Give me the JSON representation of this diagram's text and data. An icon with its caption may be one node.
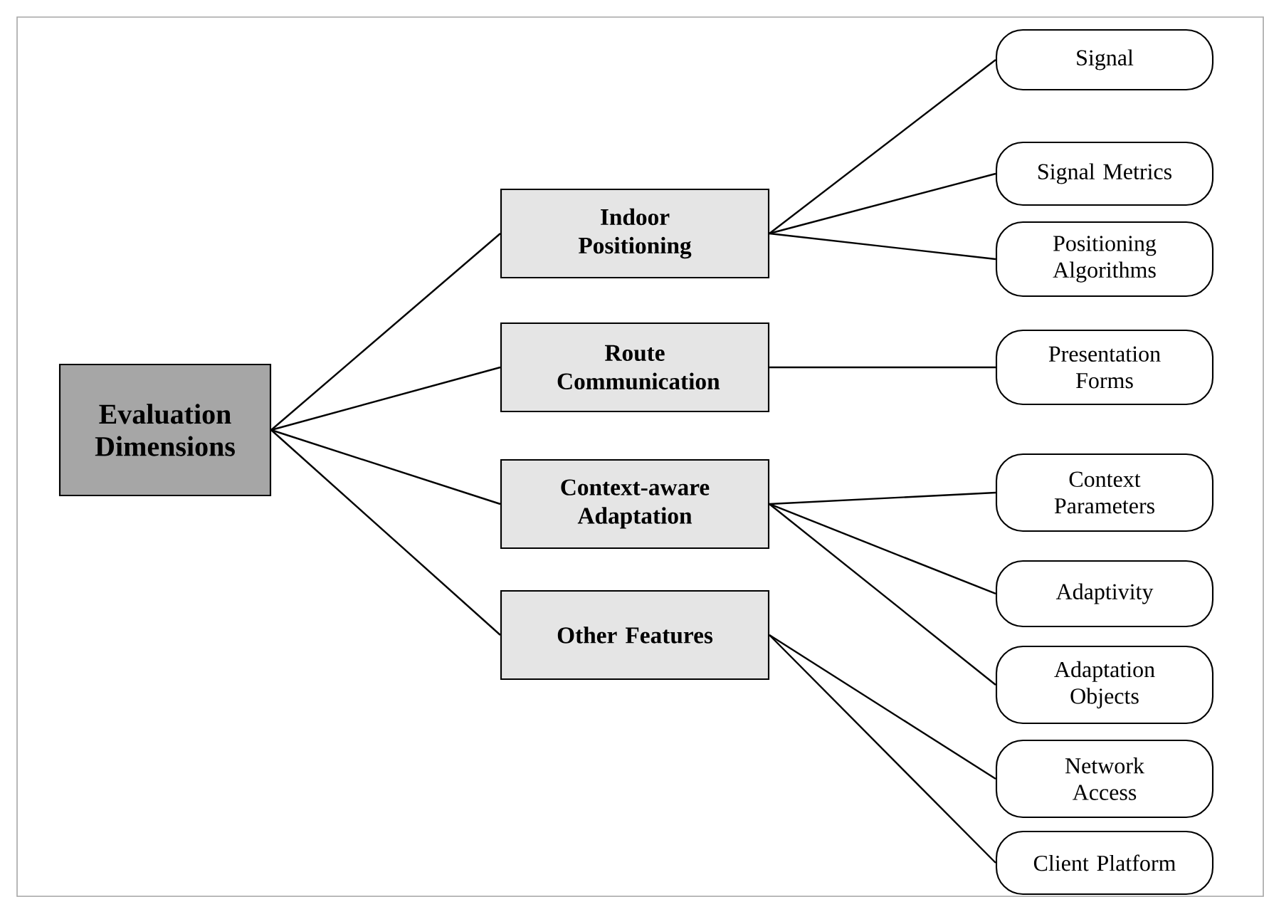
{
  "diagram": {
    "nodes": [
      {
        "text": [
          "Evaluation Dimensions"
        ]
      },
      {
        "text": [
          "Indoor Positioning"
        ]
      },
      {
        "text": [
          "Route Communication"
        ]
      },
      {
        "text": [
          "Context-aware Adaptation"
        ]
      },
      {
        "text": [
          "Other Features"
        ]
      },
      {
        "text": [
          "Signal"
        ]
      },
      {
        "text": [
          "Signal Metrics"
        ]
      },
      {
        "text": [
          "Positioning Algorithms"
        ]
      },
      {
        "text": [
          "Presentation Forms"
        ]
      },
      {
        "text": [
          "Context Parameters"
        ]
      },
      {
        "text": [
          "Adaptivity"
        ]
      },
      {
        "text": [
          "Adaptation Objects"
        ]
      },
      {
        "text": [
          "Network Access"
        ]
      },
      {
        "text": [
          "Client Platform"
        ]
      }
    ],
    "edges": [
      {
        "from": 0,
        "to": 1,
        "arrow": "none"
      },
      {
        "from": 0,
        "to": 2,
        "arrow": "none"
      },
      {
        "from": 0,
        "to": 3,
        "arrow": "none"
      },
      {
        "from": 0,
        "to": 4,
        "arrow": "none"
      },
      {
        "from": 1,
        "to": 5,
        "arrow": "none"
      },
      {
        "from": 1,
        "to": 6,
        "arrow": "none"
      },
      {
        "from": 1,
        "to": 7,
        "arrow": "none"
      },
      {
        "from": 2,
        "to": 8,
        "arrow": "none"
      },
      {
        "from": 3,
        "to": 9,
        "arrow": "none"
      },
      {
        "from": 3,
        "to": 10,
        "arrow": "none"
      },
      {
        "from": 3,
        "to": 11,
        "arrow": "none"
      },
      {
        "from": 4,
        "to": 12,
        "arrow": "none"
      },
      {
        "from": 4,
        "to": 13,
        "arrow": "none"
      }
    ]
  }
}
